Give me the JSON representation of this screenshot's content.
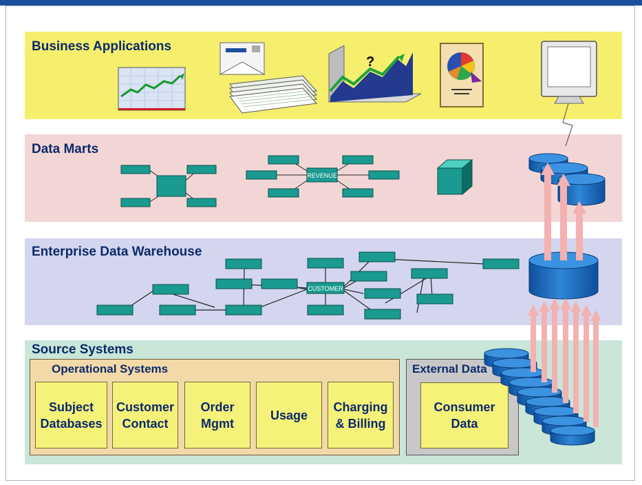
{
  "layers": {
    "business": {
      "title": "Business Applications"
    },
    "marts": {
      "title": "Data Marts",
      "revenue_label": "REVENUE"
    },
    "edw": {
      "title": "Enterprise Data Warehouse",
      "customer_label": "CUSTOMER"
    },
    "sources": {
      "title": "Source Systems",
      "operational": {
        "title": "Operational Systems",
        "systems": [
          {
            "line1": "Subject",
            "line2": "Databases"
          },
          {
            "line1": "Customer",
            "line2": "Contact"
          },
          {
            "line1": "Order",
            "line2": "Mgmt"
          },
          {
            "line1": "Usage",
            "line2": ""
          },
          {
            "line1": "Charging",
            "line2": "& Billing"
          }
        ]
      },
      "external": {
        "title": "External Data",
        "systems": [
          {
            "line1": "Consumer",
            "line2": "Data"
          }
        ]
      }
    }
  },
  "colors": {
    "business_band": "#f6ef6e",
    "marts_band": "#f2d6d6",
    "edw_band": "#d3d6ee",
    "sources_band": "#c9e6d8",
    "operational_group": "#f4d9a8",
    "external_group": "#c8c8c8",
    "system_box": "#f5f27a",
    "entity": "#1a9a90",
    "database": "#1f6fc4",
    "arrow": "#f3b1b1",
    "title_text": "#0c2a6a"
  },
  "icons": [
    "line-chart-icon",
    "document-stack-icon",
    "question-trend-chart-icon",
    "pie-chart-easel-icon",
    "computer-monitor-icon",
    "cube-icon",
    "database-icon"
  ]
}
